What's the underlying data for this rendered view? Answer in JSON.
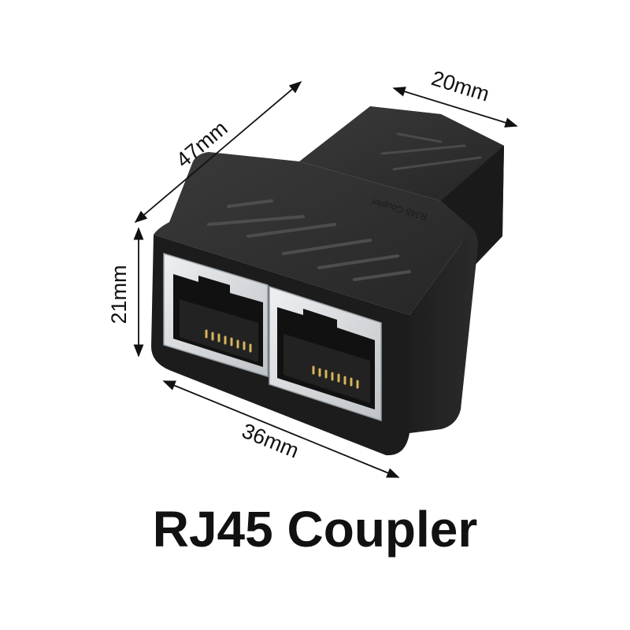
{
  "product": {
    "title": "RJ45 Coupler",
    "embossed_label": "RJ45 Coupler"
  },
  "dimensions": {
    "length": "47mm",
    "rear_width": "20mm",
    "height": "21mm",
    "front_width": "36mm"
  },
  "colors": {
    "body": "#222222",
    "port_frame": "#d9dcdf",
    "dimension_lines": "#111111"
  }
}
